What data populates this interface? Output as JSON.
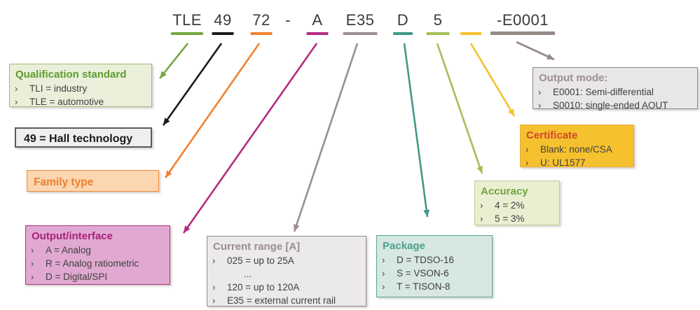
{
  "bullet_char": "›",
  "part_number": {
    "segments": [
      {
        "label": "TLE",
        "underline_color": "#76A73F",
        "links_to": "Qualification standard"
      },
      {
        "label": "49",
        "underline_color": "#1A1A1A",
        "links_to": "49 = Hall technology"
      },
      {
        "label": "72",
        "underline_color": "#F08233",
        "links_to": "Family type"
      },
      {
        "label": "-",
        "underline_color": "",
        "links_to": ""
      },
      {
        "label": "A",
        "underline_color": "#B52B80",
        "links_to": "Output/interface"
      },
      {
        "label": "E35",
        "underline_color": "#9C8E8E",
        "links_to": "Current range [A]"
      },
      {
        "label": "D",
        "underline_color": "#41998A",
        "links_to": "Package"
      },
      {
        "label": "5",
        "underline_color": "#A2C057",
        "links_to": "Accuracy"
      },
      {
        "label": "",
        "underline_color": "#F5C12E",
        "links_to": "Certificate"
      },
      {
        "label": "-E0001",
        "underline_color": "#958A88",
        "links_to": "Output mode:"
      }
    ]
  },
  "boxes": [
    {
      "title": "Qualification standard",
      "title_color": "#5F9C31",
      "bg_color": "#E9EFD9",
      "border_color": "#A3B87A",
      "items": [
        "TLI = industry",
        "TLE = automotive"
      ]
    },
    {
      "title": "49 = Hall technology",
      "title_color": "#1A1A1A",
      "bg_color": "#F0EEEE",
      "border_color": "#5A5A5A",
      "items": []
    },
    {
      "title": "Family type",
      "title_color": "#ED7D31",
      "bg_color": "#FBD6B0",
      "border_color": "#F08A38",
      "items": []
    },
    {
      "title": "Output/interface",
      "title_color": "#A82178",
      "bg_color": "#E1A9D1",
      "border_color": "#B5317F",
      "items": [
        "A = Analog",
        "R = Analog ratiometric",
        "D = Digital/SPI"
      ]
    },
    {
      "title": "Current range [A]",
      "title_color": "#9C8E8E",
      "bg_color": "#EBE9E9",
      "border_color": "#948A8A",
      "items": [
        "025 = up to 25A",
        "...",
        "120 = up to 120A",
        "E35 = external current rail"
      ]
    },
    {
      "title": "Package",
      "title_color": "#4BA18D",
      "bg_color": "#D7E7E1",
      "border_color": "#57A794",
      "items": [
        "D = TDSO-16",
        "S = VSON-6",
        "T = TISON-8"
      ]
    },
    {
      "title": "Accuracy",
      "title_color": "#6FA33C",
      "bg_color": "#EAEFD2",
      "border_color": "#C2CD90",
      "items": [
        "4 = 2%",
        "5 = 3%"
      ]
    },
    {
      "title": "Certificate",
      "title_color": "#D2482A",
      "bg_color": "#F5C12E",
      "border_color": "#E8A83C",
      "items": [
        "Blank: none/CSA",
        "U: UL1577"
      ]
    },
    {
      "title": "Output mode:",
      "title_color": "#9C8E8E",
      "bg_color": "#E8E6E6",
      "border_color": "#8F8585",
      "items": [
        "E0001: Semi-differential",
        "S0010: single-ended AOUT"
      ]
    }
  ]
}
